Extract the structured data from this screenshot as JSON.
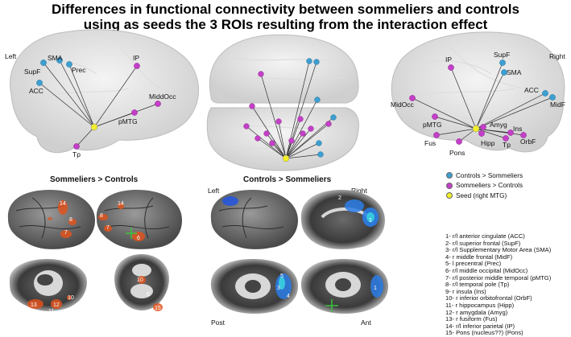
{
  "title_line1": "Differences in functional connectivity between sommeliers and controls",
  "title_line2": "using as seeds the 3 ROIs resulting from the interaction effect",
  "top_left": {
    "side_label": "Left",
    "nodes": [
      "SupF",
      "SMA",
      "Prec",
      "ACC",
      "IP",
      "MiddOcc",
      "pMTG",
      "Tp"
    ]
  },
  "top_right": {
    "side_label": "Right",
    "nodes": [
      "IP",
      "SupF",
      "SMA",
      "ACC",
      "MidF",
      "MidOcc",
      "pMTG",
      "Amyg",
      "Ins",
      "OrbF",
      "Fus",
      "Hipp",
      "Tp",
      "Pons"
    ]
  },
  "bottom_left": {
    "heading": "Sommeliers > Controls",
    "numbers": [
      "14",
      "8",
      "7",
      "8",
      "7",
      "14",
      "6",
      "13",
      "12",
      "10",
      "11",
      "10",
      "6",
      "15"
    ]
  },
  "bottom_mid": {
    "heading": "Controls > Sommeliers",
    "left_label": "Left",
    "right_label": "Right",
    "post_label": "Post",
    "ant_label": "Ant",
    "numbers": [
      "2",
      "1",
      "5",
      "3",
      "4",
      "1"
    ]
  },
  "legend": {
    "items": [
      {
        "label": "Controls > Sommeliers",
        "color": "#3d9fd1"
      },
      {
        "label": "Sommeliers > Controls",
        "color": "#c43fc8"
      },
      {
        "label": "Seed (right MTG)",
        "color": "#f2ee2b"
      }
    ]
  },
  "roi_list": [
    "1- r/l anterior cingulate (ACC)",
    "2- r/l superior frontal (SupF)",
    "3- r/l Supplementary Motor Area (SMA)",
    "4- r middle frontal (MidF)",
    "5- l precentral (Prec)",
    "6- r/l middle occipital (MidOcc)",
    "7- r/l posterior middle temporal (pMTG)",
    "8- r/l temporal pole (Tp)",
    "9- r insula (Ins)",
    "10- r inferior orbitofrontal (OrbF)",
    "11- r hippocampus (Hipp)",
    "12- r amygdala (Amyg)",
    "13- r fusiform (Fus)",
    "14- r/l inferior parietal (IP)",
    "15- Pons (nucleus??) (Pons)"
  ]
}
